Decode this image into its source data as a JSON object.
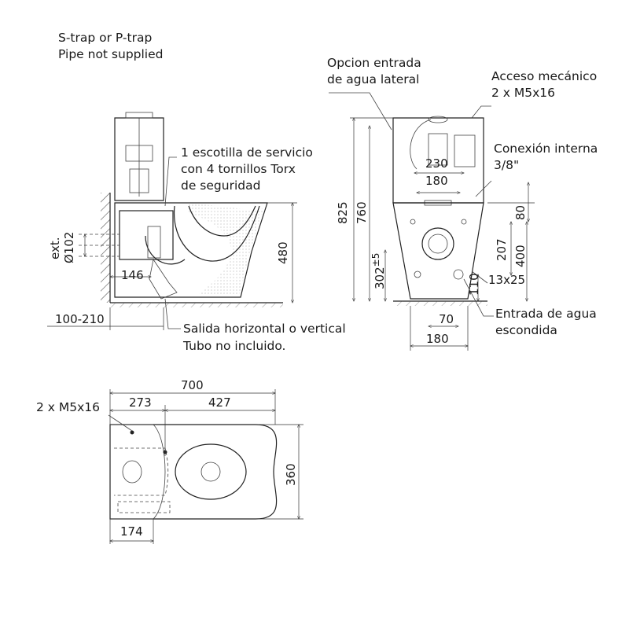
{
  "notes": {
    "trap_line1": "S-trap or P-trap",
    "trap_line2": "Pipe not supplied",
    "hatch_line1": "1 escotilla de servicio",
    "hatch_line2": "con 4 tornillos Torx",
    "hatch_line3": "de seguridad",
    "outlet_line1": "Salida horizontal o vertical",
    "outlet_line2": "Tubo no incluido.",
    "side_inlet_line1": "Opcion entrada",
    "side_inlet_line2": "de agua lateral",
    "mech_access_line1": "Acceso mecánico",
    "mech_access_line2": "2 x M5x16",
    "internal_conn_line1": "Conexión interna",
    "internal_conn_line2": "3/8\"",
    "hidden_inlet_line1": "Entrada de agua",
    "hidden_inlet_line2": "escondida",
    "top_screws": "2 x M5x16"
  },
  "dimensions": {
    "side_view": {
      "pipe_ext": "ext.",
      "pipe_diameter": "Ø102",
      "offset_146": "146",
      "height_480": "480",
      "wall_distance": "100-210"
    },
    "front_view": {
      "total_height": "825",
      "tank_height": "760",
      "width_230": "230",
      "width_180_top": "180",
      "dim_80": "80",
      "dim_207": "207",
      "dim_400": "400",
      "dim_302": "302",
      "dim_302_tol": "±5",
      "dim_110": "110",
      "slot_13x25": "13x25",
      "base_70": "70",
      "base_180": "180"
    },
    "top_view": {
      "length_700": "700",
      "part_273": "273",
      "part_427": "427",
      "width_360": "360",
      "offset_174": "174"
    }
  }
}
